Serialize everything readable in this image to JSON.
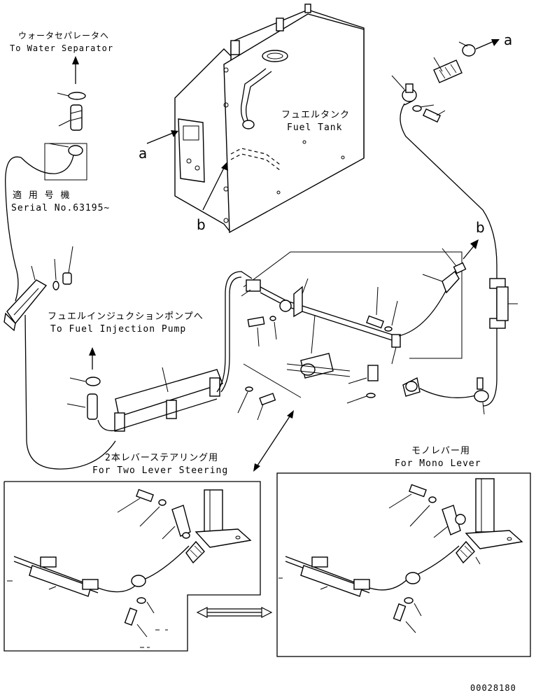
{
  "labels": {
    "water_sep_jp": "ウォータセパレータへ",
    "water_sep_en": "To Water Separator",
    "fuel_tank_jp": "フュエルタンク",
    "fuel_tank_en": "Fuel Tank",
    "serial_jp": "適 用 号 機",
    "serial_en": "Serial No.63195~",
    "injection_jp": "フュエルインジュクションポンプへ",
    "injection_en": "To Fuel Injection Pump",
    "two_lever_jp": "2本レバーステアリング用",
    "two_lever_en": "For Two Lever Steering",
    "mono_lever_jp": "モノレバー用",
    "mono_lever_en": "For Mono Lever",
    "ref_a": "a",
    "ref_b": "b",
    "drawing_no": "00028180"
  }
}
